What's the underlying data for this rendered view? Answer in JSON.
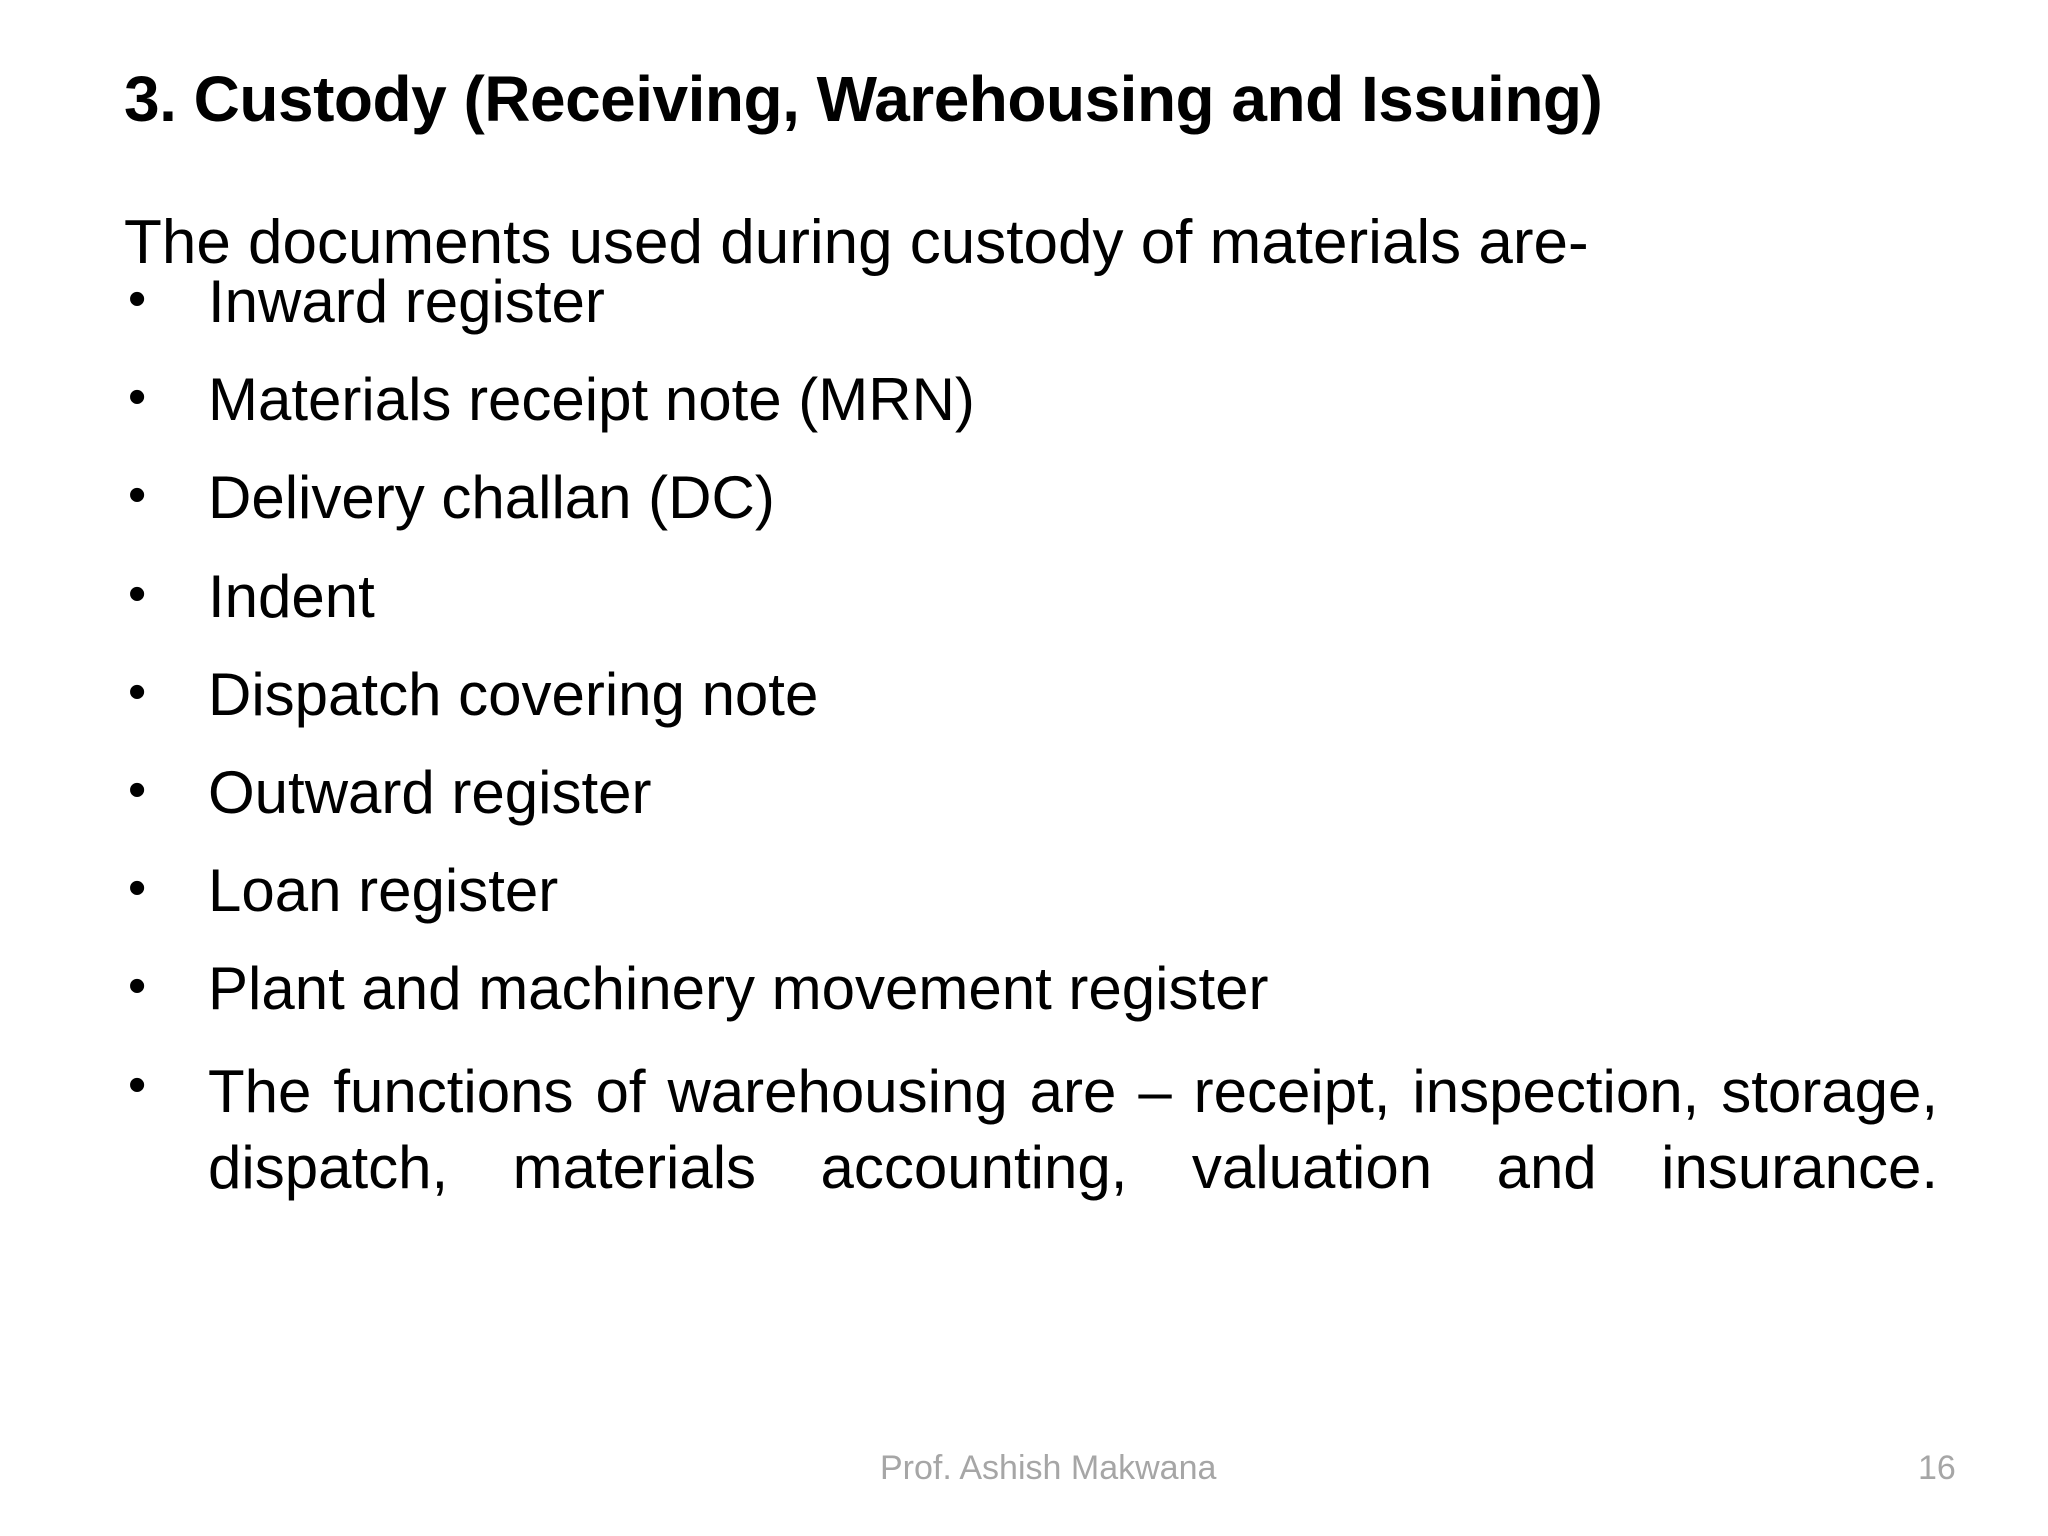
{
  "slide": {
    "title": "3. Custody (Receiving, Warehousing and Issuing)",
    "intro": "The documents used during custody of materials are-",
    "bullet_glyph": "•",
    "bullets": [
      {
        "text": "Inward register"
      },
      {
        "text": "Materials receipt note (MRN)"
      },
      {
        "text": "Delivery challan (DC)"
      },
      {
        "text": "Indent"
      },
      {
        "text": "Dispatch covering note"
      },
      {
        "text": "Outward register"
      },
      {
        "text": "Loan register"
      },
      {
        "text": "Plant and machinery movement register"
      },
      {
        "text": "The functions of warehousing are – receipt, inspection, storage, dispatch, materials accounting, valuation and insurance."
      }
    ]
  },
  "footer": {
    "author": "Prof. Ashish Makwana",
    "page_number": "16",
    "color": "#a6a6a6"
  },
  "theme": {
    "background": "#ffffff",
    "text_color": "#000000"
  }
}
